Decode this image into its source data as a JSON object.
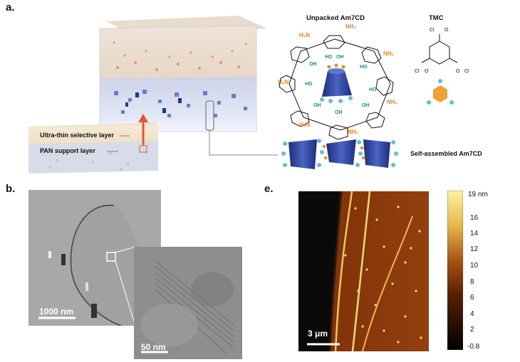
{
  "panels": {
    "a": {
      "letter": "a.",
      "labels": {
        "unpacked": "Unpacked Am7CD",
        "tmc": "TMC",
        "selfassembled": "Self-assembled Am7CD",
        "ultrathin": "Ultra-thin selective  layer",
        "pan": "PAN support layer"
      },
      "chem": {
        "nh2": "NH₂",
        "h2n": "H₂N",
        "oh": "OH",
        "ho": "HO",
        "cl": "Cl",
        "o": "O"
      }
    },
    "b": {
      "letter": "b.",
      "scale_main": "1000 nm",
      "scale_inset": "50 nm"
    },
    "e": {
      "letter": "e.",
      "scale": "3 μm",
      "colorbar_ticks": [
        "19 nm",
        "16",
        "14",
        "12",
        "10",
        "8",
        "6",
        "4",
        "2",
        "-0.8"
      ],
      "colors": {
        "low": "#000000",
        "mid": "#8b3a0a",
        "high": "#fff2a0"
      }
    }
  }
}
